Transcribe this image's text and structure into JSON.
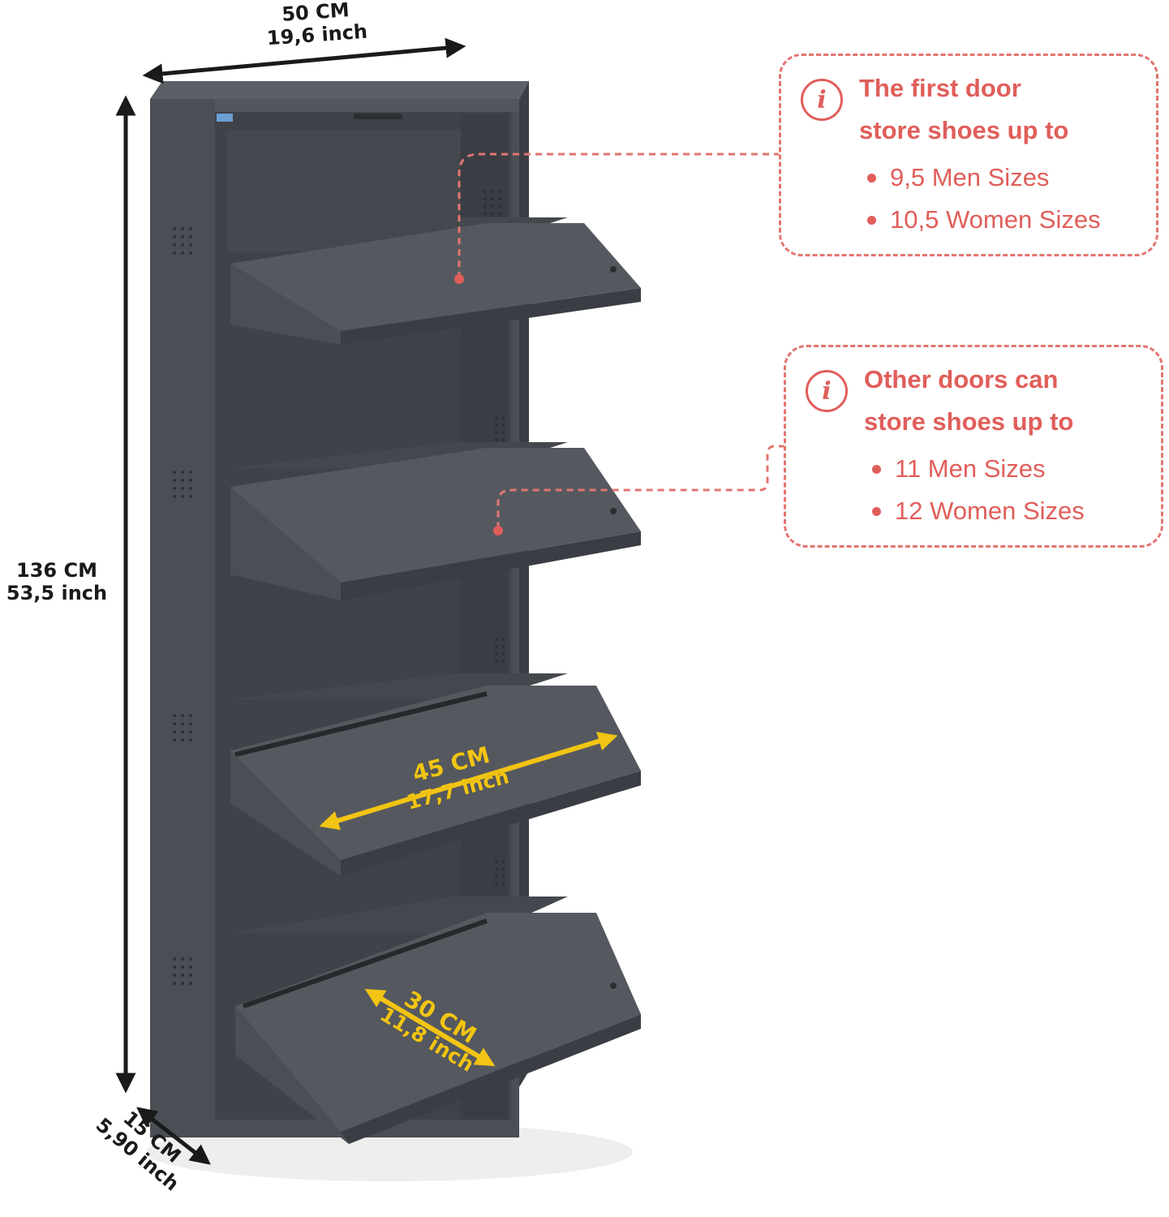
{
  "dimensions": {
    "width": {
      "cm": "50 CM",
      "inch": "19,6 inch"
    },
    "height": {
      "cm": "136 CM",
      "inch": "53,5 inch"
    },
    "depth": {
      "cm": "15 CM",
      "inch": "5,90 inch"
    }
  },
  "drawer_dimensions": {
    "width": {
      "cm": "45 CM",
      "inch": "17,7 inch"
    },
    "depth": {
      "cm": "30 CM",
      "inch": "11,8 inch"
    }
  },
  "callouts": [
    {
      "icon": "info-icon",
      "title_line1": "The first door",
      "title_line2": "store shoes up to",
      "items": [
        "9,5 Men Sizes",
        "10,5 Women Sizes"
      ]
    },
    {
      "icon": "info-icon",
      "title_line1": "Other doors can",
      "title_line2": "store shoes up to",
      "items": [
        "11 Men Sizes",
        "12 Women Sizes"
      ]
    }
  ],
  "colors": {
    "cabinet": "#4a4e55",
    "accent_red": "#e05e5a",
    "accent_yellow": "#f2c413",
    "dimension_text": "#1a1a1a"
  }
}
